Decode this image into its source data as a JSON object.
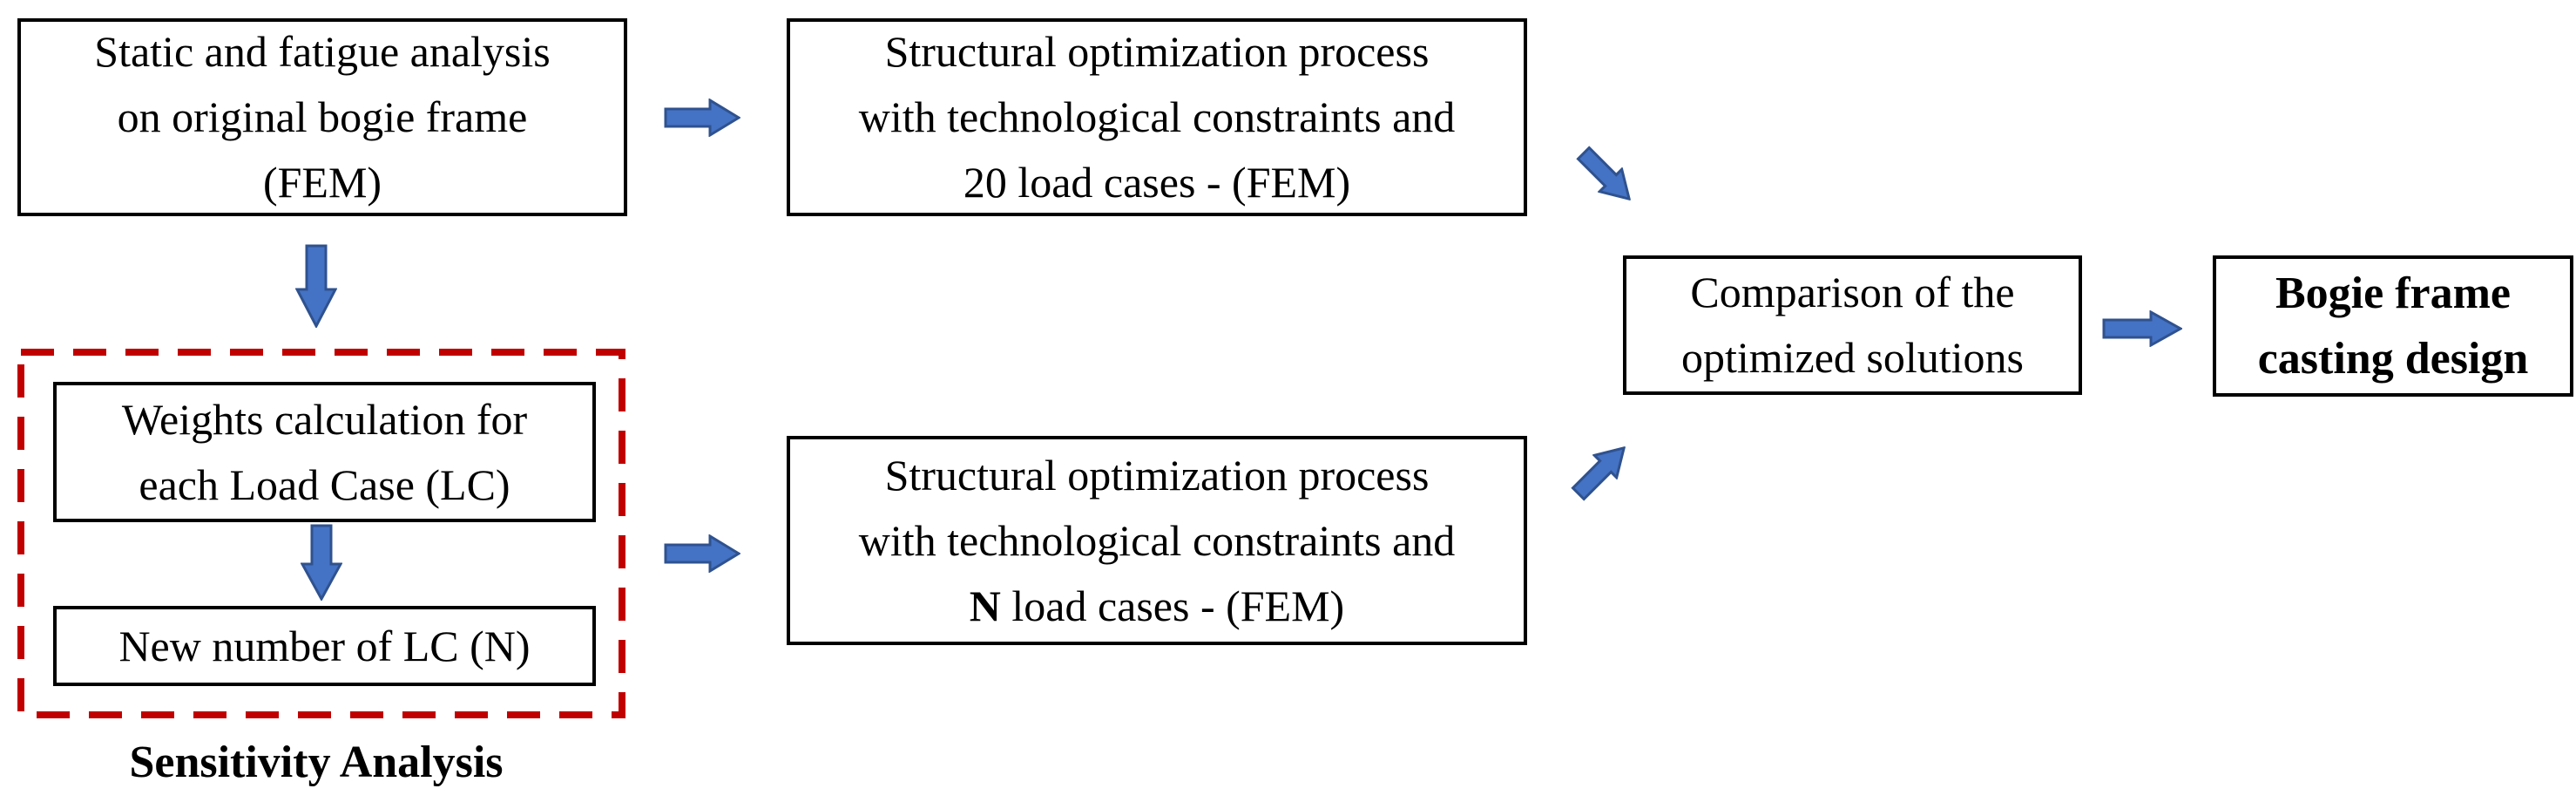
{
  "figure": {
    "type": "flowchart",
    "background": "#ffffff",
    "colors": {
      "arrow_fill": "#4472C4",
      "arrow_outline": "#2F528F",
      "box_border": "#000000",
      "sensitivity_dash_border": "#C00000",
      "text": "#000000"
    },
    "boxes": {
      "static_analysis": {
        "lines": [
          "Static and fatigue analysis",
          "on original bogie frame",
          "(FEM)"
        ]
      },
      "optimization_20": {
        "lines": [
          "Structural optimization process",
          "with technological constraints and",
          "20 load cases - (FEM)"
        ]
      },
      "weights_calc": {
        "lines": [
          "Weights calculation for",
          "each Load Case (LC)"
        ]
      },
      "new_number": {
        "lines": [
          "New number of LC (N)"
        ]
      },
      "optimization_n": {
        "lines": [
          "Structural optimization process",
          "with technological constraints and"
        ],
        "last_line_bold": "N",
        "last_line_rest": " load cases - (FEM)"
      },
      "comparison": {
        "lines": [
          "Comparison of the",
          "optimized solutions"
        ]
      },
      "casting_design": {
        "lines": [
          "Bogie frame",
          "casting design"
        ]
      }
    },
    "labels": {
      "sensitivity": "Sensitivity Analysis"
    },
    "arrows": {
      "static_to_opt20": "right",
      "static_to_sensitivity_group": "down",
      "weights_to_new_number": "down",
      "sensitivity_group_to_opt_n": "right",
      "opt20_to_comparison": "down-right",
      "opt_n_to_comparison": "up-right",
      "comparison_to_casting": "right"
    }
  }
}
